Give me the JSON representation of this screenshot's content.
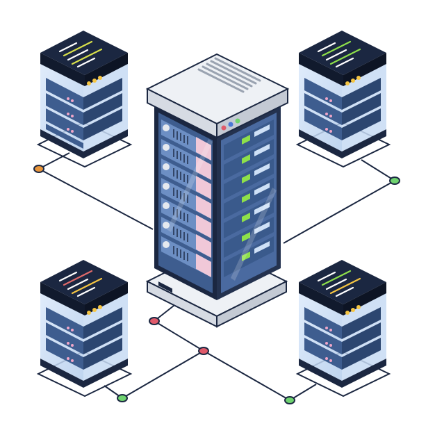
{
  "scene": {
    "subject": "isometric-data-center-illustration",
    "components": {
      "central_rack": {
        "name": "central-server-rack",
        "status_leds": [
          "red",
          "blue",
          "green"
        ]
      },
      "servers": [
        {
          "name": "server-top-left",
          "screen_accent": "#d8e04a"
        },
        {
          "name": "server-top-right",
          "screen_accent": "#8ee04a"
        },
        {
          "name": "server-bottom-left",
          "screen_accent": "#e06a6a"
        },
        {
          "name": "server-bottom-right",
          "screen_accent": "#8ee04a"
        }
      ],
      "connection_nodes": [
        {
          "name": "node-orange",
          "color": "#e8953a"
        },
        {
          "name": "node-green-right",
          "color": "#6fd36f"
        },
        {
          "name": "node-red-center",
          "color": "#e05a6a"
        },
        {
          "name": "node-red-junction",
          "color": "#e05a6a"
        },
        {
          "name": "node-green-bottom-left",
          "color": "#6fd36f"
        },
        {
          "name": "node-green-bottom-right",
          "color": "#6fd36f"
        }
      ]
    },
    "palette": {
      "navy": "#1b2741",
      "blue": "#3e5d8f",
      "blue_light": "#6d8fc4",
      "glass": "#cfe1f7",
      "top_cap": "#e9ecf1",
      "line": "#1b2741"
    }
  }
}
